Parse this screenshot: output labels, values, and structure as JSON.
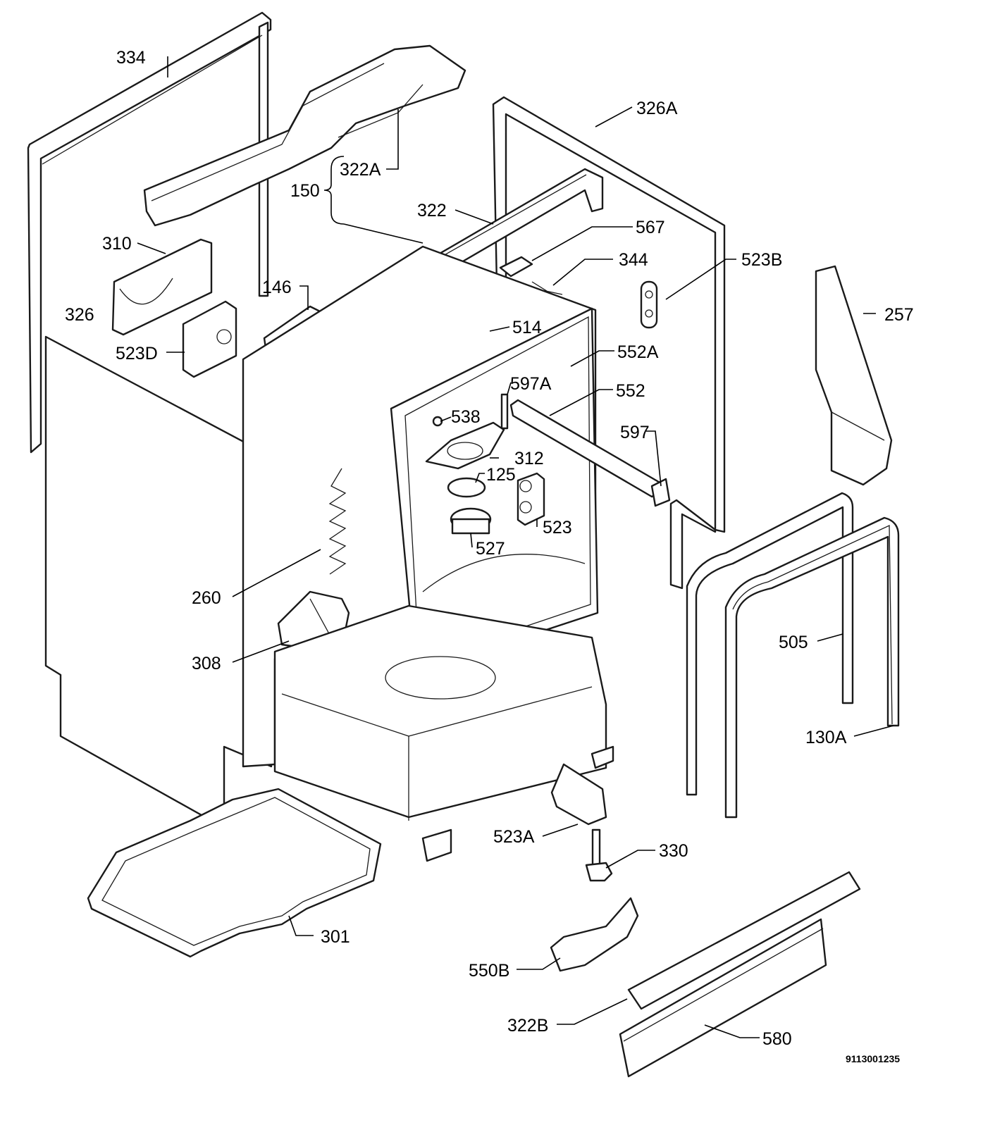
{
  "parts": [
    {
      "id": "334",
      "num": "334",
      "suffix": ""
    },
    {
      "id": "322A",
      "num": "322",
      "suffix": "A"
    },
    {
      "id": "150",
      "num": "150",
      "suffix": ""
    },
    {
      "id": "326A",
      "num": "326",
      "suffix": "A"
    },
    {
      "id": "322",
      "num": "322",
      "suffix": ""
    },
    {
      "id": "567",
      "num": "567",
      "suffix": ""
    },
    {
      "id": "310",
      "num": "310",
      "suffix": ""
    },
    {
      "id": "344",
      "num": "344",
      "suffix": ""
    },
    {
      "id": "523B",
      "num": "523",
      "suffix": "B"
    },
    {
      "id": "146",
      "num": "146",
      "suffix": ""
    },
    {
      "id": "326",
      "num": "326",
      "suffix": ""
    },
    {
      "id": "257",
      "num": "257",
      "suffix": ""
    },
    {
      "id": "514",
      "num": "514",
      "suffix": ""
    },
    {
      "id": "523D",
      "num": "523",
      "suffix": "D"
    },
    {
      "id": "552A",
      "num": "552",
      "suffix": "A"
    },
    {
      "id": "597A",
      "num": "597",
      "suffix": "A"
    },
    {
      "id": "552",
      "num": "552",
      "suffix": ""
    },
    {
      "id": "538",
      "num": "538",
      "suffix": ""
    },
    {
      "id": "597",
      "num": "597",
      "suffix": ""
    },
    {
      "id": "312",
      "num": "312",
      "suffix": ""
    },
    {
      "id": "125",
      "num": "125",
      "suffix": ""
    },
    {
      "id": "523",
      "num": "523",
      "suffix": ""
    },
    {
      "id": "527",
      "num": "527",
      "suffix": ""
    },
    {
      "id": "260",
      "num": "260",
      "suffix": ""
    },
    {
      "id": "505",
      "num": "505",
      "suffix": ""
    },
    {
      "id": "308",
      "num": "308",
      "suffix": ""
    },
    {
      "id": "130A",
      "num": "130",
      "suffix": "A"
    },
    {
      "id": "523A",
      "num": "523",
      "suffix": "A"
    },
    {
      "id": "330",
      "num": "330",
      "suffix": ""
    },
    {
      "id": "301",
      "num": "301",
      "suffix": ""
    },
    {
      "id": "550B",
      "num": "550",
      "suffix": "B"
    },
    {
      "id": "322B",
      "num": "322",
      "suffix": "B"
    },
    {
      "id": "580",
      "num": "580",
      "suffix": ""
    }
  ],
  "document_number": "9113001235"
}
